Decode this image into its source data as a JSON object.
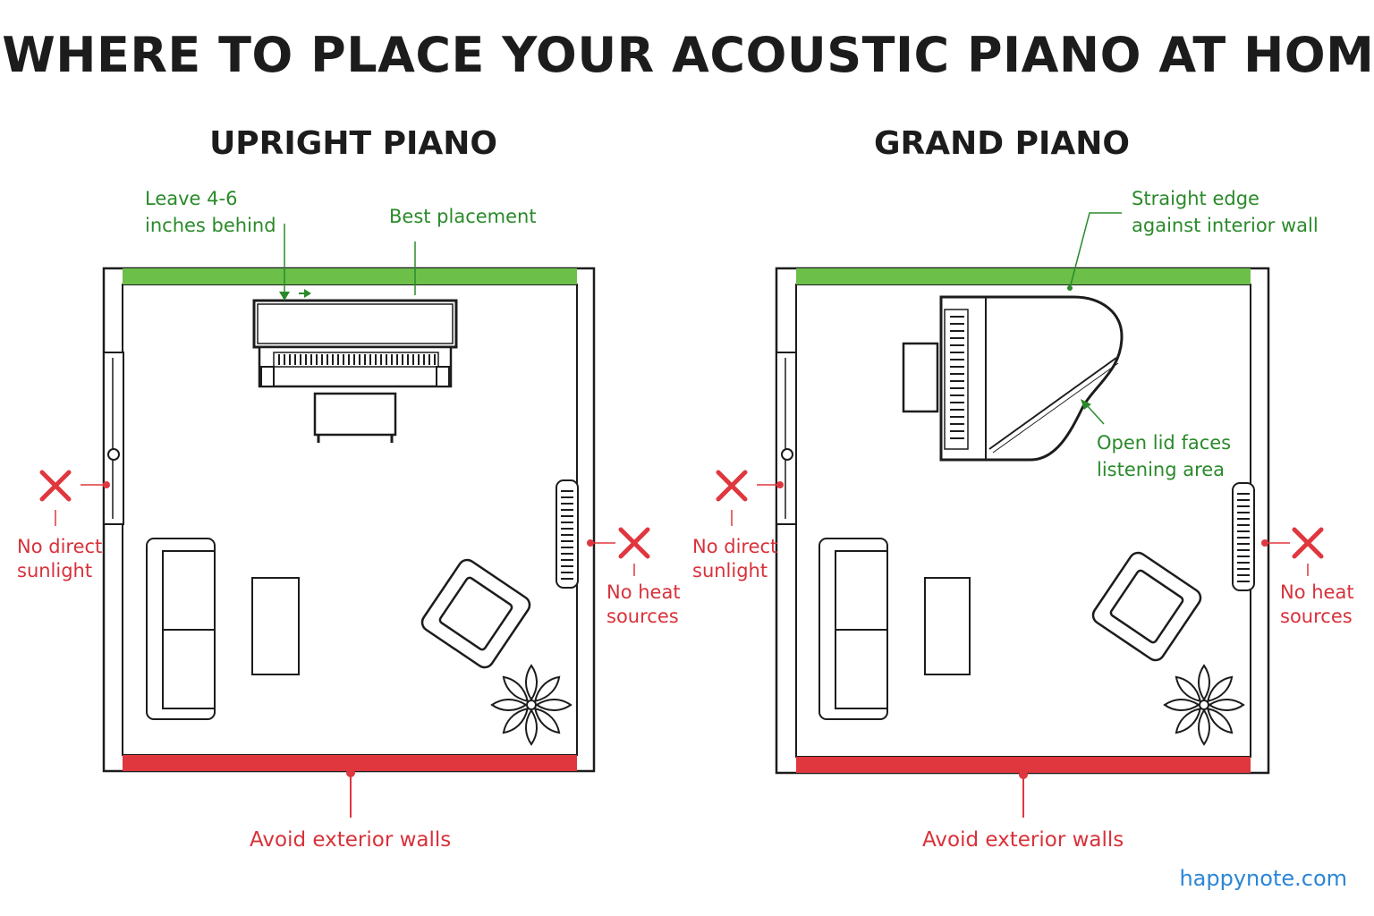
{
  "title": "WHERE TO PLACE YOUR ACOUSTIC PIANO AT HOME",
  "panels": {
    "upright": {
      "title": "UPRIGHT PIANO",
      "labels": {
        "gap_line1": "Leave 4-6",
        "gap_line2": "inches behind",
        "best": "Best placement",
        "sun_line1": "No direct",
        "sun_line2": "sunlight",
        "heat_line1": "No heat",
        "heat_line2": "sources",
        "exterior": "Avoid exterior walls"
      }
    },
    "grand": {
      "title": "GRAND PIANO",
      "labels": {
        "edge_line1": "Straight edge",
        "edge_line2": "against interior wall",
        "lid_line1": "Open lid faces",
        "lid_line2": "listening area",
        "sun_line1": "No direct",
        "sun_line2": "sunlight",
        "heat_line1": "No heat",
        "heat_line2": "sources",
        "exterior": "Avoid exterior walls"
      }
    }
  },
  "footer": "happynote.com",
  "colors": {
    "good": "#6cc04a",
    "bad": "#e0373f",
    "ink": "#1c1c1c",
    "link": "#2b86d6"
  }
}
